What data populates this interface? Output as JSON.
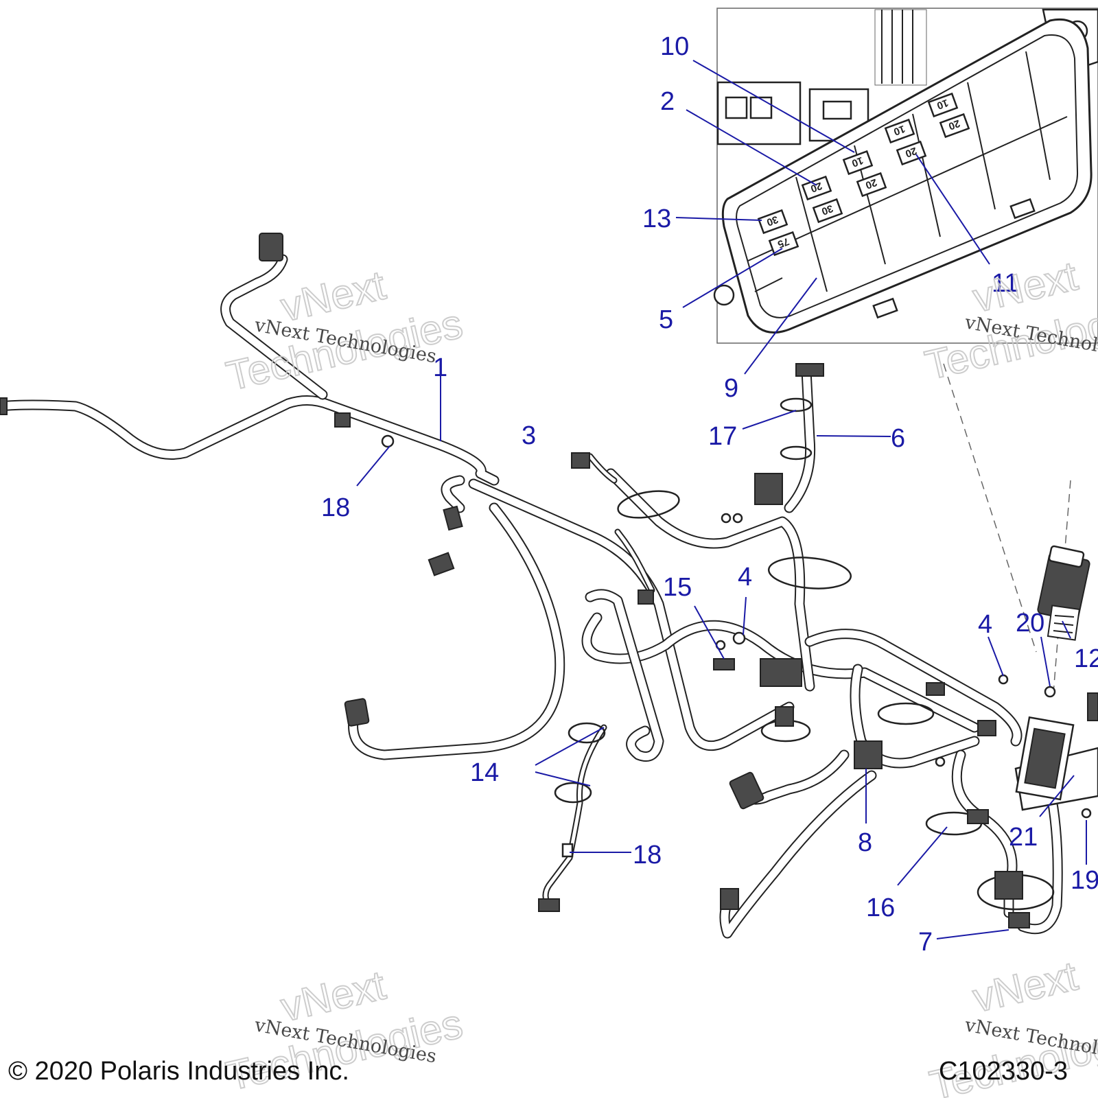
{
  "inset": {
    "fuse_ratings": [
      "30",
      "75",
      "20",
      "30",
      "10",
      "20",
      "10",
      "20",
      "10",
      "20"
    ]
  },
  "callouts": {
    "c1": "1",
    "c2": "2",
    "c3": "3",
    "c4a": "4",
    "c4b": "4",
    "c5": "5",
    "c6": "6",
    "c7": "7",
    "c8": "8",
    "c9": "9",
    "c10": "10",
    "c11": "11",
    "c12": "12",
    "c13": "13",
    "c14": "14",
    "c15": "15",
    "c16": "16",
    "c17": "17",
    "c18a": "18",
    "c18b": "18",
    "c19": "19",
    "c20": "20",
    "c21": "21"
  },
  "watermark": {
    "line1": "vNext",
    "line2": "Technologies",
    "caption": "vNext Technologies"
  },
  "footer": {
    "copyright": "© 2020 Polaris Industries Inc.",
    "figure_code": "C102330-3"
  }
}
